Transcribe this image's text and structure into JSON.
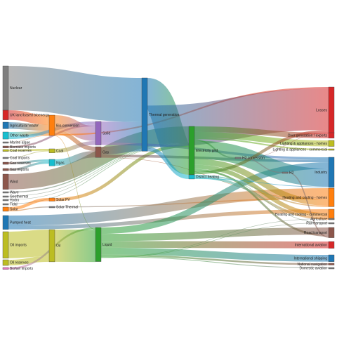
{
  "diagram": {
    "type": "sankey",
    "nodes": [
      {
        "id": "nuclear",
        "label": "Nuclear",
        "color": "#7f7f7f"
      },
      {
        "id": "uk-biomass",
        "label": "UK land based bioenergy",
        "color": "#d62728"
      },
      {
        "id": "agri-waste",
        "label": "Agricultural 'waste'",
        "color": "#1f77b4"
      },
      {
        "id": "other-waste",
        "label": "Other waste",
        "color": "#17becf"
      },
      {
        "id": "marine-algae",
        "label": "Marine algae",
        "color": "#7f7f7f"
      },
      {
        "id": "biomass-imports",
        "label": "Biomass imports",
        "color": "#8c564b"
      },
      {
        "id": "coal-reserves",
        "label": "Coal reserves",
        "color": "#bcbd22"
      },
      {
        "id": "coal-imports",
        "label": "Coal imports",
        "color": "#7f7f7f"
      },
      {
        "id": "gas-reserves",
        "label": "Gas reserves",
        "color": "#8c564b"
      },
      {
        "id": "gas-imports",
        "label": "Gas imports",
        "color": "#8c564b"
      },
      {
        "id": "wind",
        "label": "Wind",
        "color": "#8c564b"
      },
      {
        "id": "wave",
        "label": "Wave",
        "color": "#7f7f7f"
      },
      {
        "id": "geothermal",
        "label": "Geothermal",
        "color": "#7f7f7f"
      },
      {
        "id": "hydro",
        "label": "Hydro",
        "color": "#7f7f7f"
      },
      {
        "id": "tidal",
        "label": "Tidal",
        "color": "#7f7f7f"
      },
      {
        "id": "solar",
        "label": "Solar",
        "color": "#ff7f0e"
      },
      {
        "id": "pumped-heat",
        "label": "Pumped heat",
        "color": "#1f77b4"
      },
      {
        "id": "oil-imports",
        "label": "Oil imports",
        "color": "#bcbd22"
      },
      {
        "id": "oil-reserves",
        "label": "Oil reserves",
        "color": "#bcbd22"
      },
      {
        "id": "biofuel-imports",
        "label": "Biofuel imports",
        "color": "#e377c2"
      },
      {
        "id": "bio-conversion",
        "label": "Bio-conversion",
        "color": "#ff7f0e"
      },
      {
        "id": "coal",
        "label": "Coal",
        "color": "#bcbd22"
      },
      {
        "id": "ngas",
        "label": "Ngas",
        "color": "#17becf"
      },
      {
        "id": "solar-pv",
        "label": "Solar PV",
        "color": "#ff7f0e"
      },
      {
        "id": "solar-thermal",
        "label": "Solar Thermal",
        "color": "#7f7f7f"
      },
      {
        "id": "oil",
        "label": "Oil",
        "color": "#bcbd22"
      },
      {
        "id": "solid",
        "label": "Solid",
        "color": "#9467bd"
      },
      {
        "id": "gas",
        "label": "Gas",
        "color": "#8c564b"
      },
      {
        "id": "liquid",
        "label": "Liquid",
        "color": "#2ca02c"
      },
      {
        "id": "thermal-generation",
        "label": "Thermal generation",
        "color": "#1f77b4"
      },
      {
        "id": "electricity-grid",
        "label": "Electricity grid",
        "color": "#2ca02c"
      },
      {
        "id": "district-heating",
        "label": "District heating",
        "color": "#17becf"
      },
      {
        "id": "h2-conversion",
        "label": "H2 conversion",
        "color": "#7f7f7f"
      },
      {
        "id": "h2",
        "label": "H2",
        "color": "#7f7f7f"
      },
      {
        "id": "losses",
        "label": "Losses",
        "color": "#d62728"
      },
      {
        "id": "over-generation",
        "label": "Over generation / exports",
        "color": "#d62728"
      },
      {
        "id": "lighting-homes",
        "label": "Lighting & appliances - homes",
        "color": "#bcbd22"
      },
      {
        "id": "lighting-commercial",
        "label": "Lighting & appliances - commercial",
        "color": "#bcbd22"
      },
      {
        "id": "industry",
        "label": "Industry",
        "color": "#1f77b4"
      },
      {
        "id": "heating-homes",
        "label": "Heating and cooling - homes",
        "color": "#ff7f0e"
      },
      {
        "id": "heating-commercial",
        "label": "Heating and cooling - commercial",
        "color": "#ff7f0e"
      },
      {
        "id": "agriculture",
        "label": "Agriculture",
        "color": "#7f7f7f"
      },
      {
        "id": "rail-transport",
        "label": "Rail transport",
        "color": "#7f7f7f"
      },
      {
        "id": "road-transport",
        "label": "Road transport",
        "color": "#8c564b"
      },
      {
        "id": "intl-aviation",
        "label": "International aviation",
        "color": "#d62728"
      },
      {
        "id": "intl-shipping",
        "label": "International shipping",
        "color": "#1f77b4"
      },
      {
        "id": "national-navigation",
        "label": "National navigation",
        "color": "#8c564b"
      },
      {
        "id": "domestic-aviation",
        "label": "Domestic aviation",
        "color": "#7f7f7f"
      }
    ],
    "links": [
      {
        "source": "nuclear",
        "target": "thermal-generation",
        "value": 839.978
      },
      {
        "source": "uk-biomass",
        "target": "bio-conversion",
        "value": 182.01
      },
      {
        "source": "agri-waste",
        "target": "bio-conversion",
        "value": 124.729
      },
      {
        "source": "other-waste",
        "target": "bio-conversion",
        "value": 77.81
      },
      {
        "source": "other-waste",
        "target": "solid",
        "value": 56.587
      },
      {
        "source": "marine-algae",
        "target": "bio-conversion",
        "value": 4.375
      },
      {
        "source": "biomass-imports",
        "target": "solid",
        "value": 35
      },
      {
        "source": "coal-reserves",
        "target": "coal",
        "value": 35
      },
      {
        "source": "coal-imports",
        "target": "coal",
        "value": 11.606
      },
      {
        "source": "gas-reserves",
        "target": "ngas",
        "value": 40.719
      },
      {
        "source": "gas-imports",
        "target": "ngas",
        "value": 40.719
      },
      {
        "source": "wind",
        "target": "electricity-grid",
        "value": 289.366
      },
      {
        "source": "wave",
        "target": "electricity-grid",
        "value": 19.013
      },
      {
        "source": "geothermal",
        "target": "electricity-grid",
        "value": 7.013
      },
      {
        "source": "hydro",
        "target": "electricity-grid",
        "value": 6.995
      },
      {
        "source": "tidal",
        "target": "electricity-grid",
        "value": 9.452
      },
      {
        "source": "solar",
        "target": "solar-pv",
        "value": 59.901
      },
      {
        "source": "solar",
        "target": "solar-thermal",
        "value": 19.263
      },
      {
        "source": "pumped-heat",
        "target": "heating-homes",
        "value": 193.026
      },
      {
        "source": "pumped-heat",
        "target": "heating-commercial",
        "value": 70.672
      },
      {
        "source": "oil-imports",
        "target": "oil",
        "value": 504.287
      },
      {
        "source": "oil-reserves",
        "target": "oil",
        "value": 107.703
      },
      {
        "source": "biofuel-imports",
        "target": "liquid",
        "value": 35
      },
      {
        "source": "bio-conversion",
        "target": "solid",
        "value": 280.322
      },
      {
        "source": "bio-conversion",
        "target": "gas",
        "value": 81.144
      },
      {
        "source": "bio-conversion",
        "target": "losses",
        "value": 26.862
      },
      {
        "source": "bio-conversion",
        "target": "liquid",
        "value": 0.597
      },
      {
        "source": "coal",
        "target": "solid",
        "value": 75.571
      },
      {
        "source": "ngas",
        "target": "gas",
        "value": 122.952
      },
      {
        "source": "solar-pv",
        "target": "electricity-grid",
        "value": 59.901
      },
      {
        "source": "solar-thermal",
        "target": "heating-homes",
        "value": 19.263
      },
      {
        "source": "oil",
        "target": "liquid",
        "value": 611.99
      },
      {
        "source": "solid",
        "target": "thermal-generation",
        "value": 400.12
      },
      {
        "source": "solid",
        "target": "industry",
        "value": 46.477
      },
      {
        "source": "gas",
        "target": "thermal-generation",
        "value": 151.891
      },
      {
        "source": "gas",
        "target": "industry",
        "value": 48.58
      },
      {
        "source": "gas",
        "target": "heating-homes",
        "value": 3.625
      },
      {
        "source": "liquid",
        "target": "industry",
        "value": 121.066
      },
      {
        "source": "liquid",
        "target": "road-transport",
        "value": 135.835
      },
      {
        "source": "liquid",
        "target": "intl-aviation",
        "value": 128.69
      },
      {
        "source": "liquid",
        "target": "intl-shipping",
        "value": 128.69
      },
      {
        "source": "liquid",
        "target": "national-navigation",
        "value": 33.218
      },
      {
        "source": "liquid",
        "target": "domestic-aviation",
        "value": 14.458
      },
      {
        "source": "liquid",
        "target": "agriculture",
        "value": 4.64
      },
      {
        "source": "liquid",
        "target": "rail-transport",
        "value": 2.0
      },
      {
        "source": "thermal-generation",
        "target": "electricity-grid",
        "value": 525.531
      },
      {
        "source": "thermal-generation",
        "target": "losses",
        "value": 787.129
      },
      {
        "source": "thermal-generation",
        "target": "district-heating",
        "value": 79.329
      },
      {
        "source": "electricity-grid",
        "target": "over-generation",
        "value": 104.453
      },
      {
        "source": "electricity-grid",
        "target": "lighting-homes",
        "value": 113.726
      },
      {
        "source": "electricity-grid",
        "target": "lighting-commercial",
        "value": 27.14
      },
      {
        "source": "electricity-grid",
        "target": "h2-conversion",
        "value": 27.14
      },
      {
        "source": "electricity-grid",
        "target": "industry",
        "value": 342.165
      },
      {
        "source": "electricity-grid",
        "target": "heating-homes",
        "value": 113.726
      },
      {
        "source": "electricity-grid",
        "target": "heating-commercial",
        "value": 79.329
      },
      {
        "source": "electricity-grid",
        "target": "road-transport",
        "value": 37.797
      },
      {
        "source": "electricity-grid",
        "target": "rail-transport",
        "value": 7.013
      },
      {
        "source": "electricity-grid",
        "target": "losses",
        "value": 56.691
      },
      {
        "source": "district-heating",
        "target": "heating-homes",
        "value": 22.505
      },
      {
        "source": "district-heating",
        "target": "heating-commercial",
        "value": 46.184
      },
      {
        "source": "district-heating",
        "target": "industry",
        "value": 10.639
      },
      {
        "source": "h2-conversion",
        "target": "h2",
        "value": 20.897
      },
      {
        "source": "h2-conversion",
        "target": "losses",
        "value": 6.242
      },
      {
        "source": "h2",
        "target": "road-transport",
        "value": 20.897
      }
    ]
  }
}
